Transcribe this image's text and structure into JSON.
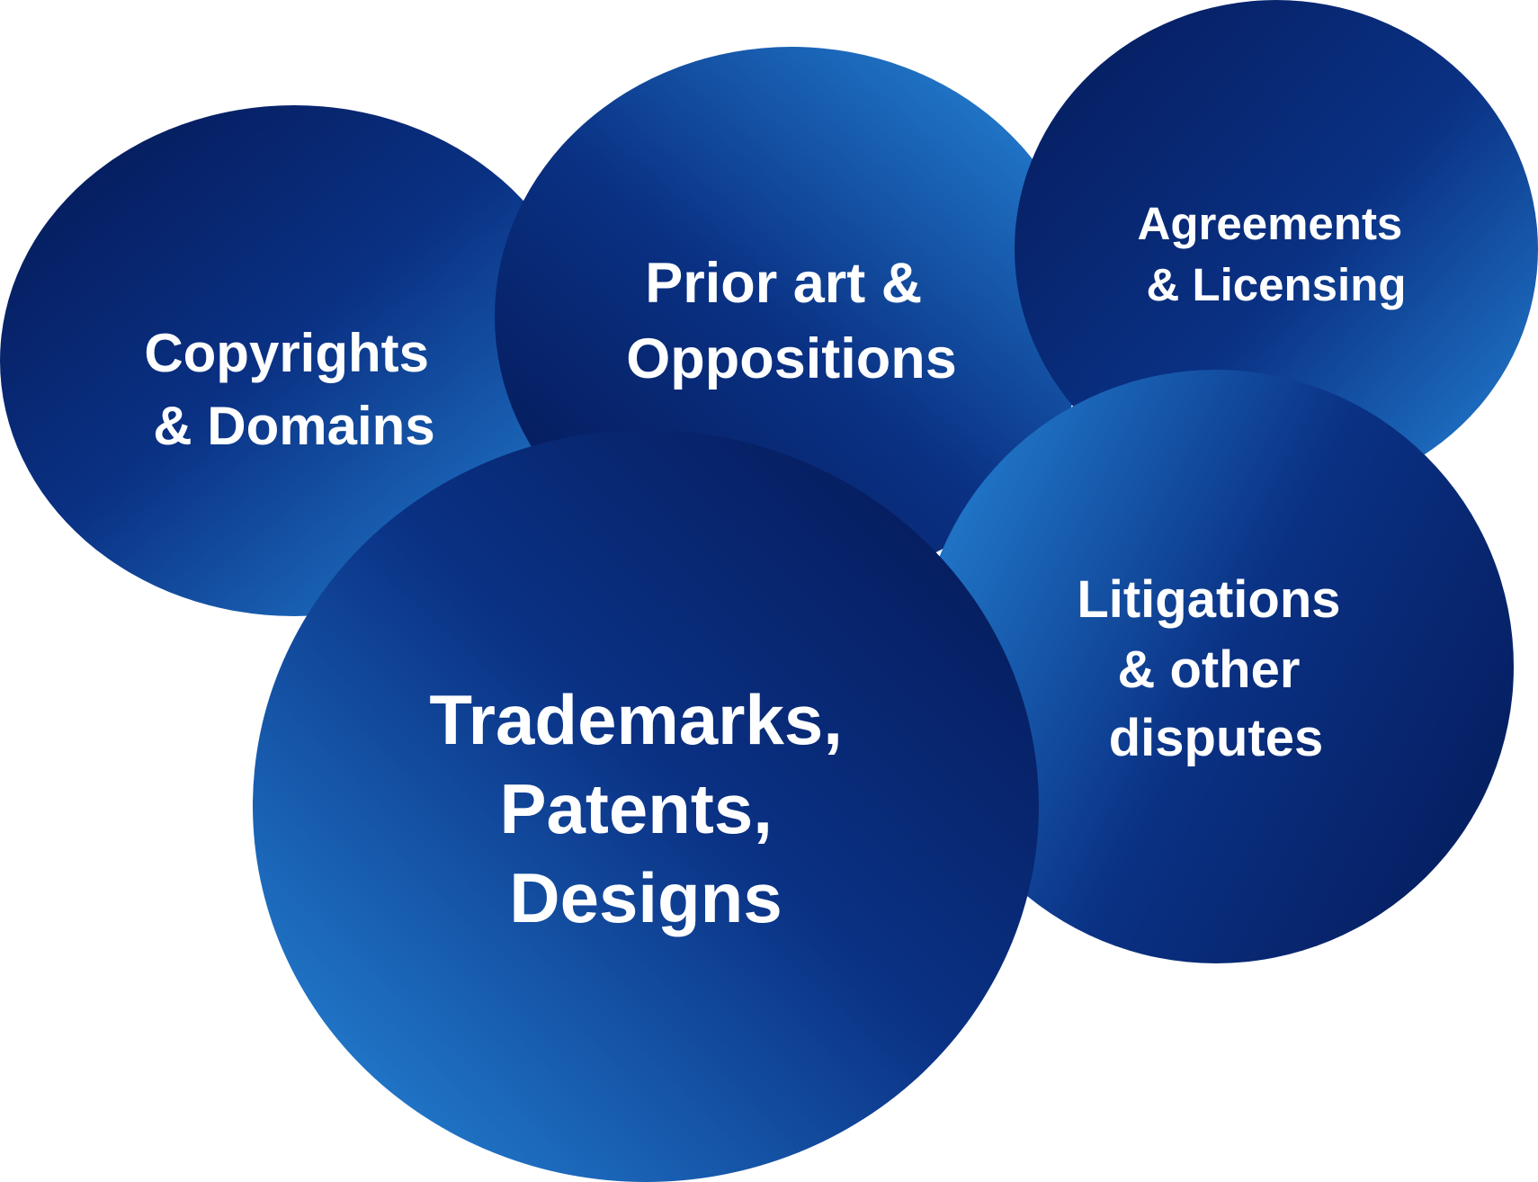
{
  "bubbles": {
    "copyrights": {
      "lines": [
        "Copyrights",
        "& Domains"
      ]
    },
    "prior_art": {
      "lines": [
        "Prior art &",
        "Oppositions"
      ]
    },
    "agreements": {
      "lines": [
        "Agreements",
        "& Licensing"
      ]
    },
    "litigations": {
      "lines": [
        "Litigations",
        "& other",
        "disputes"
      ]
    },
    "trademarks": {
      "lines": [
        "Trademarks,",
        "Patents,",
        "Designs"
      ]
    }
  },
  "colors": {
    "bubble_dark": "#061f62",
    "bubble_mid": "#0a3184",
    "bubble_light": "#1f72c4",
    "text": "#ffffff"
  }
}
